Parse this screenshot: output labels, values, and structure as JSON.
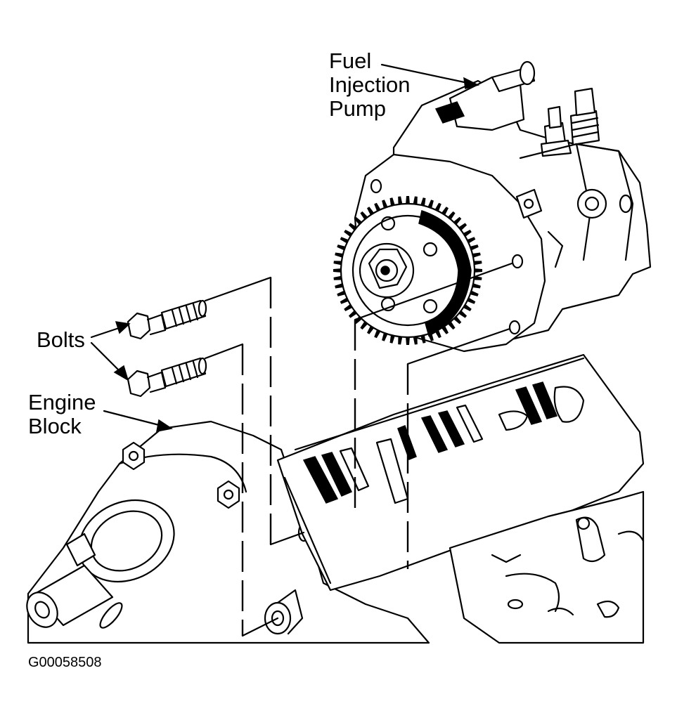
{
  "labels": {
    "fuel_pump_line1": "Fuel",
    "fuel_pump_line2": "Injection",
    "fuel_pump_line3": "Pump",
    "bolts": "Bolts",
    "engine_block_line1": "Engine",
    "engine_block_line2": "Block"
  },
  "figure_code": "G00058508"
}
